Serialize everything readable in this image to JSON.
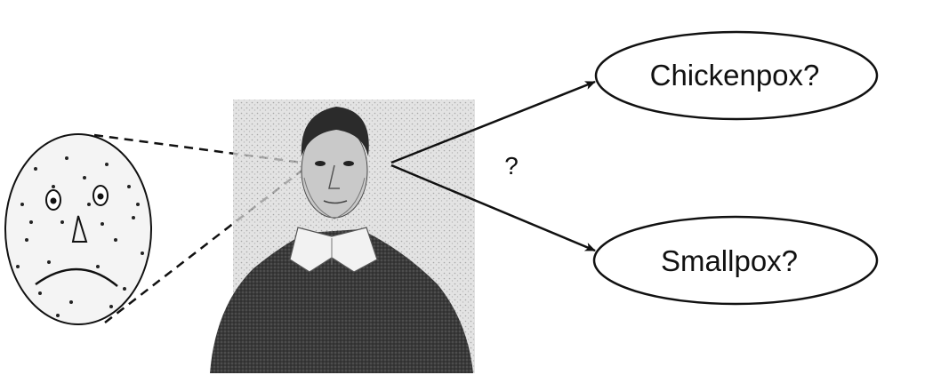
{
  "labels": {
    "option_top": "Chickenpox?",
    "option_bottom": "Smallpox?",
    "question_mark": "?"
  },
  "icons": {
    "face": "sad-face-with-spots-icon",
    "portrait": "engraved-portrait-of-a-man"
  },
  "colors": {
    "ink": "#111111",
    "face_fill": "#f4f4f4",
    "portrait_dark": "#2a2a2a"
  }
}
